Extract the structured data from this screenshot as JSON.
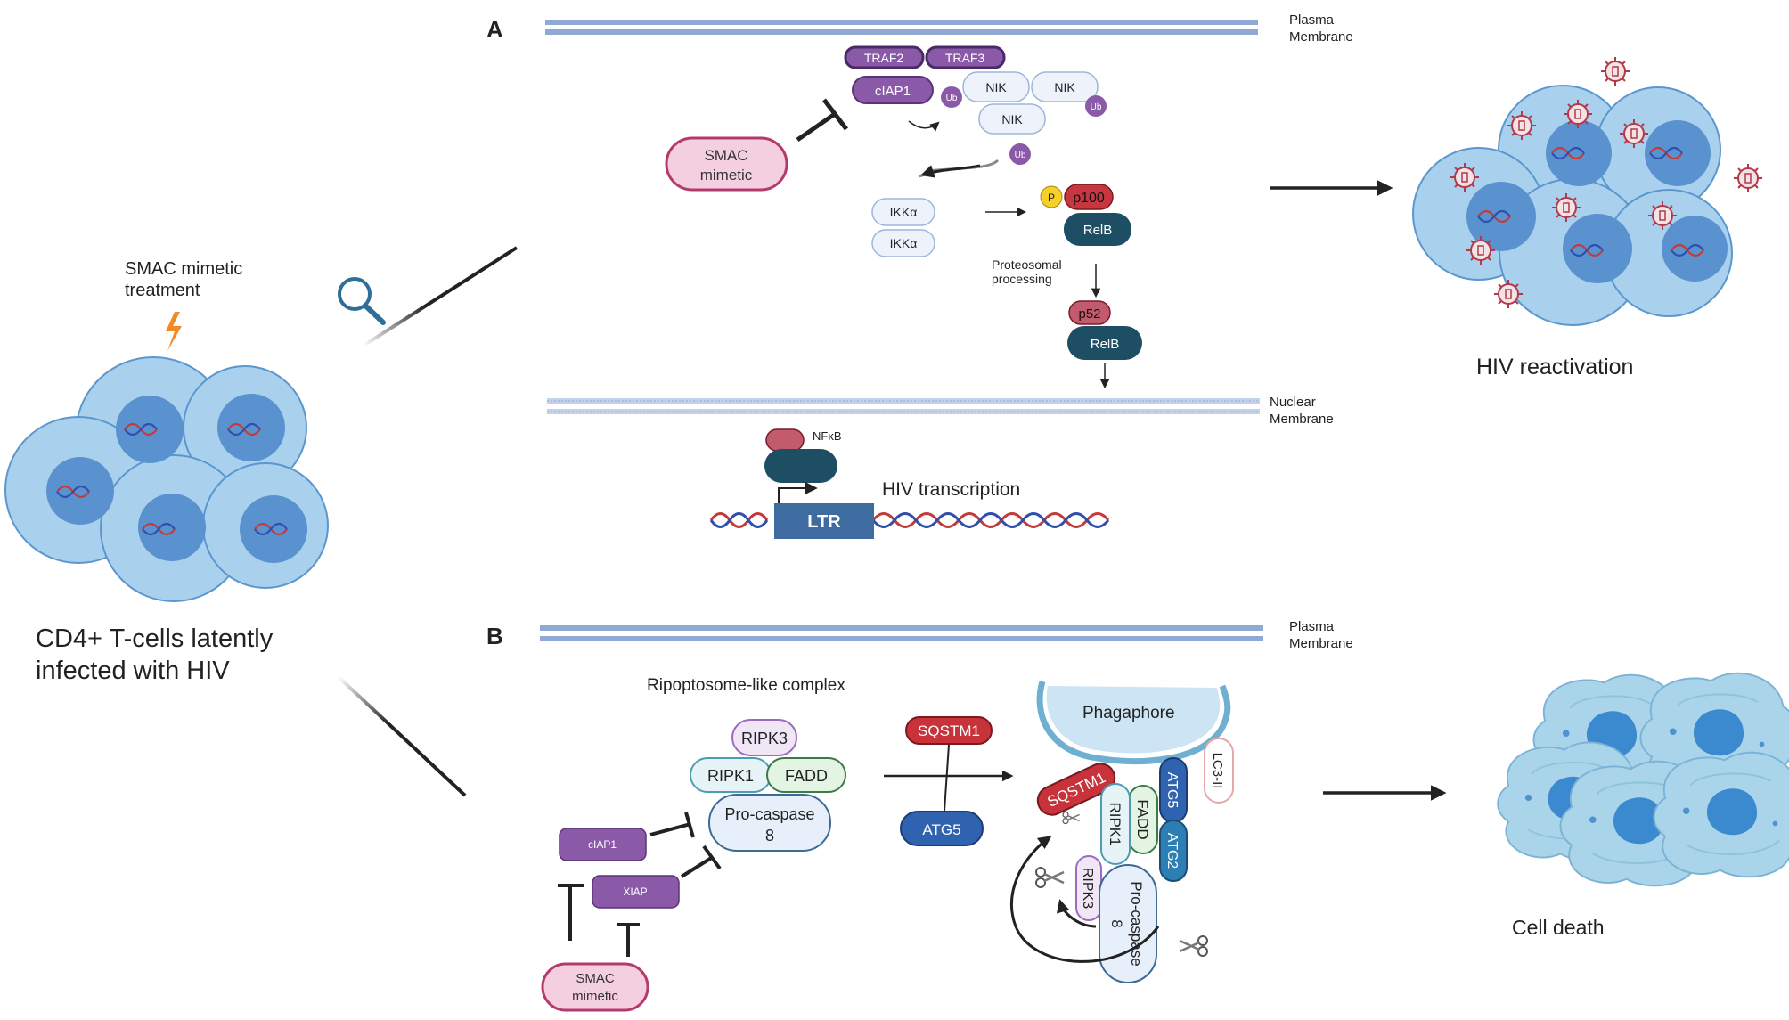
{
  "panel_a": {
    "letter": "A",
    "plasma_membrane": [
      "Plasma",
      "Membrane"
    ],
    "nuclear_membrane": [
      "Nuclear",
      "Membrane"
    ],
    "traf2": "TRAF2",
    "traf3": "TRAF3",
    "ciap1": "cIAP1",
    "ub": "Ub",
    "nik": "NIK",
    "smac": [
      "SMAC",
      "mimetic"
    ],
    "ikka": "IKKα",
    "p": "P",
    "p100": "p100",
    "relb": "RelB",
    "proteosomal": [
      "Proteosomal",
      "processing"
    ],
    "p52": "p52",
    "nfkb": "NFκB",
    "hiv_transcription": "HIV transcription",
    "ltr": "LTR",
    "outcome": "HIV reactivation"
  },
  "left": {
    "treatment": [
      "SMAC mimetic",
      "treatment"
    ],
    "caption": [
      "CD4+ T-cells latently",
      "infected with HIV"
    ]
  },
  "panel_b": {
    "letter": "B",
    "plasma_membrane": [
      "Plasma",
      "Membrane"
    ],
    "ripoptosome": "Ripoptosome-like complex",
    "ripk3": "RIPK3",
    "ripk1": "RIPK1",
    "fadd": "FADD",
    "procasp": [
      "Pro-caspase",
      "8"
    ],
    "ciap1": "cIAP1",
    "xiap": "XIAP",
    "smac": [
      "SMAC",
      "mimetic"
    ],
    "sqstm1": "SQSTM1",
    "atg5": "ATG5",
    "phagaphore": "Phagaphore",
    "lc3": "LC3-II",
    "atg2": "ATG2",
    "outcome": "Cell death"
  },
  "colors": {
    "membrane": "#8fa9d4",
    "traf_purple": "#8a5aa8",
    "relb_navy": "#1d4e63",
    "p100_red": "#c8373f",
    "cell_blue": "#a9d1ee",
    "nucleus_blue": "#5a92cf",
    "sqstm1_red": "#c8323a",
    "atg5_blue": "#2f63b0",
    "smac_pink": "#f4cfe0"
  }
}
